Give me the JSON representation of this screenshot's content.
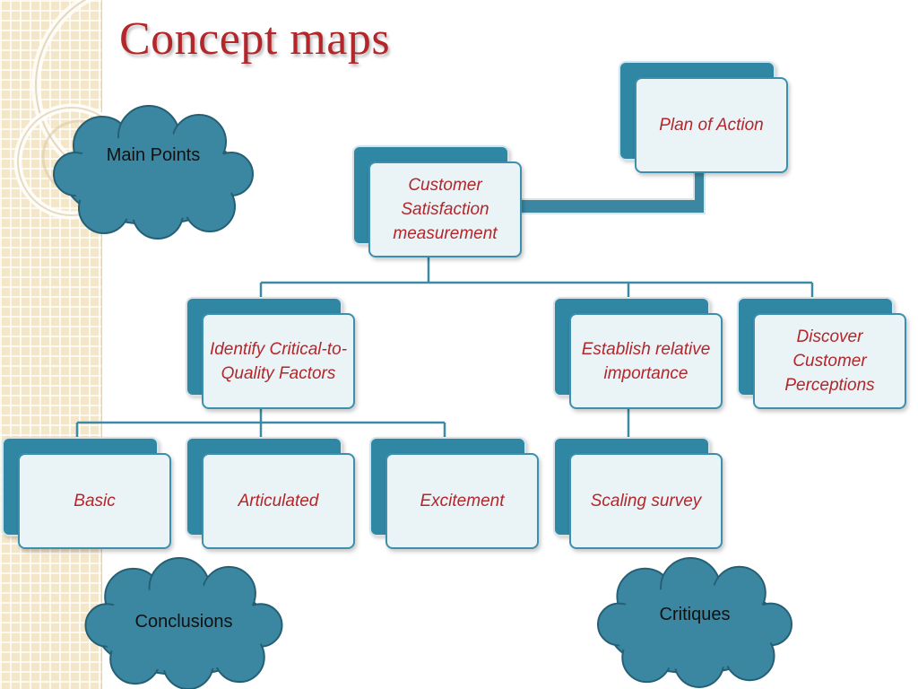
{
  "title": "Concept maps",
  "colors": {
    "title": "#b3262a",
    "node_back": "#2f87a3",
    "node_front": "#eaf3f6",
    "node_text": "#b3262a",
    "connector": "#3d8aa5",
    "cloud_fill": "#3b87a1",
    "sidebar": "#f4e6c8"
  },
  "clouds": {
    "main_points": "Main Points",
    "conclusions": "Conclusions",
    "critiques": "Critiques"
  },
  "nodes": {
    "plan_of_action": "Plan of Action",
    "customer_satisfaction": "Customer Satisfaction measurement",
    "identify_ctq": "Identify Critical-to-Quality Factors",
    "establish_importance": "Establish relative importance",
    "discover_perceptions": "Discover Customer Perceptions",
    "basic": "Basic",
    "articulated": "Articulated",
    "excitement": "Excitement",
    "scaling_survey": "Scaling survey"
  }
}
